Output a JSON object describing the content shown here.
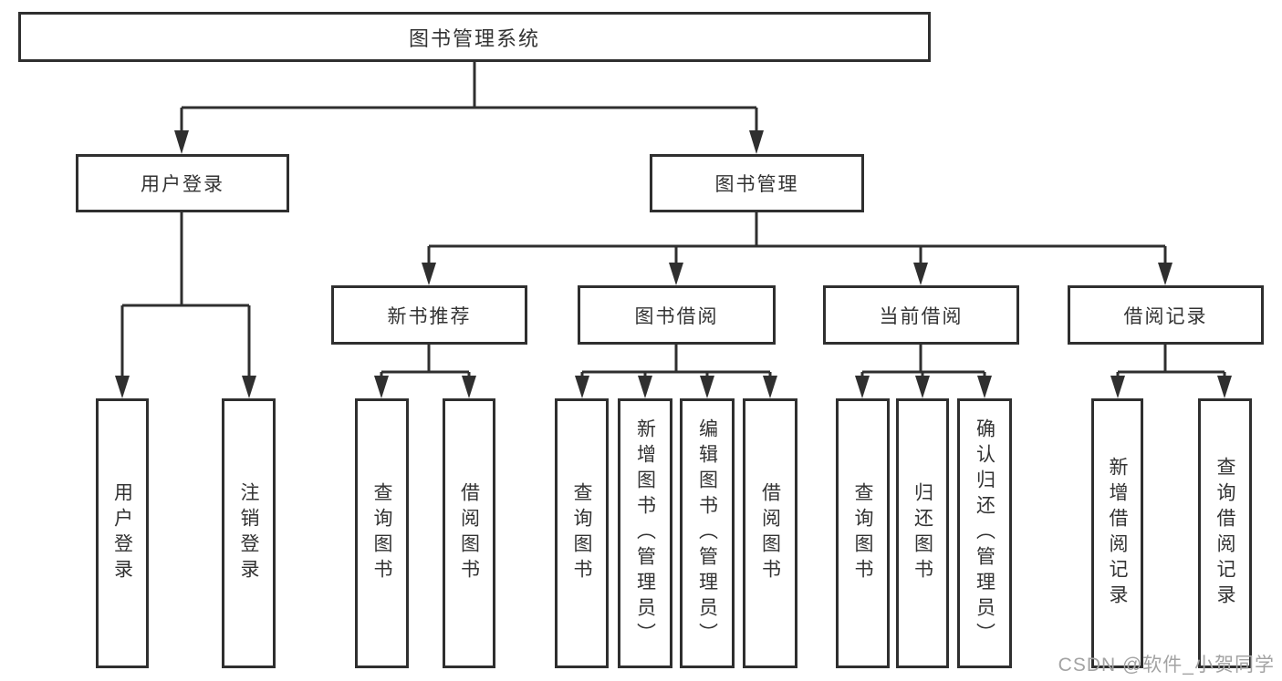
{
  "tree": {
    "root": "图书管理系统",
    "branches": [
      {
        "label": "用户登录",
        "children": [
          "用户登录",
          "注销登录"
        ]
      },
      {
        "label": "图书管理",
        "sections": [
          {
            "label": "新书推荐",
            "children": [
              "查询图书",
              "借阅图书"
            ]
          },
          {
            "label": "图书借阅",
            "children": [
              "查询图书",
              "新增图书（管理员）",
              "编辑图书（管理员）",
              "借阅图书"
            ]
          },
          {
            "label": "当前借阅",
            "children": [
              "查询图书",
              "归还图书",
              "确认归还（管理员）"
            ]
          },
          {
            "label": "借阅记录",
            "children": [
              "新增借阅记录",
              "查询借阅记录"
            ]
          }
        ]
      }
    ]
  },
  "watermark": {
    "text": "CSDN @软件_小贺同学"
  },
  "colors": {
    "line": "#2f2f2f",
    "text": "#333333",
    "watermark": "#a3a3a3",
    "background": "#ffffff"
  }
}
